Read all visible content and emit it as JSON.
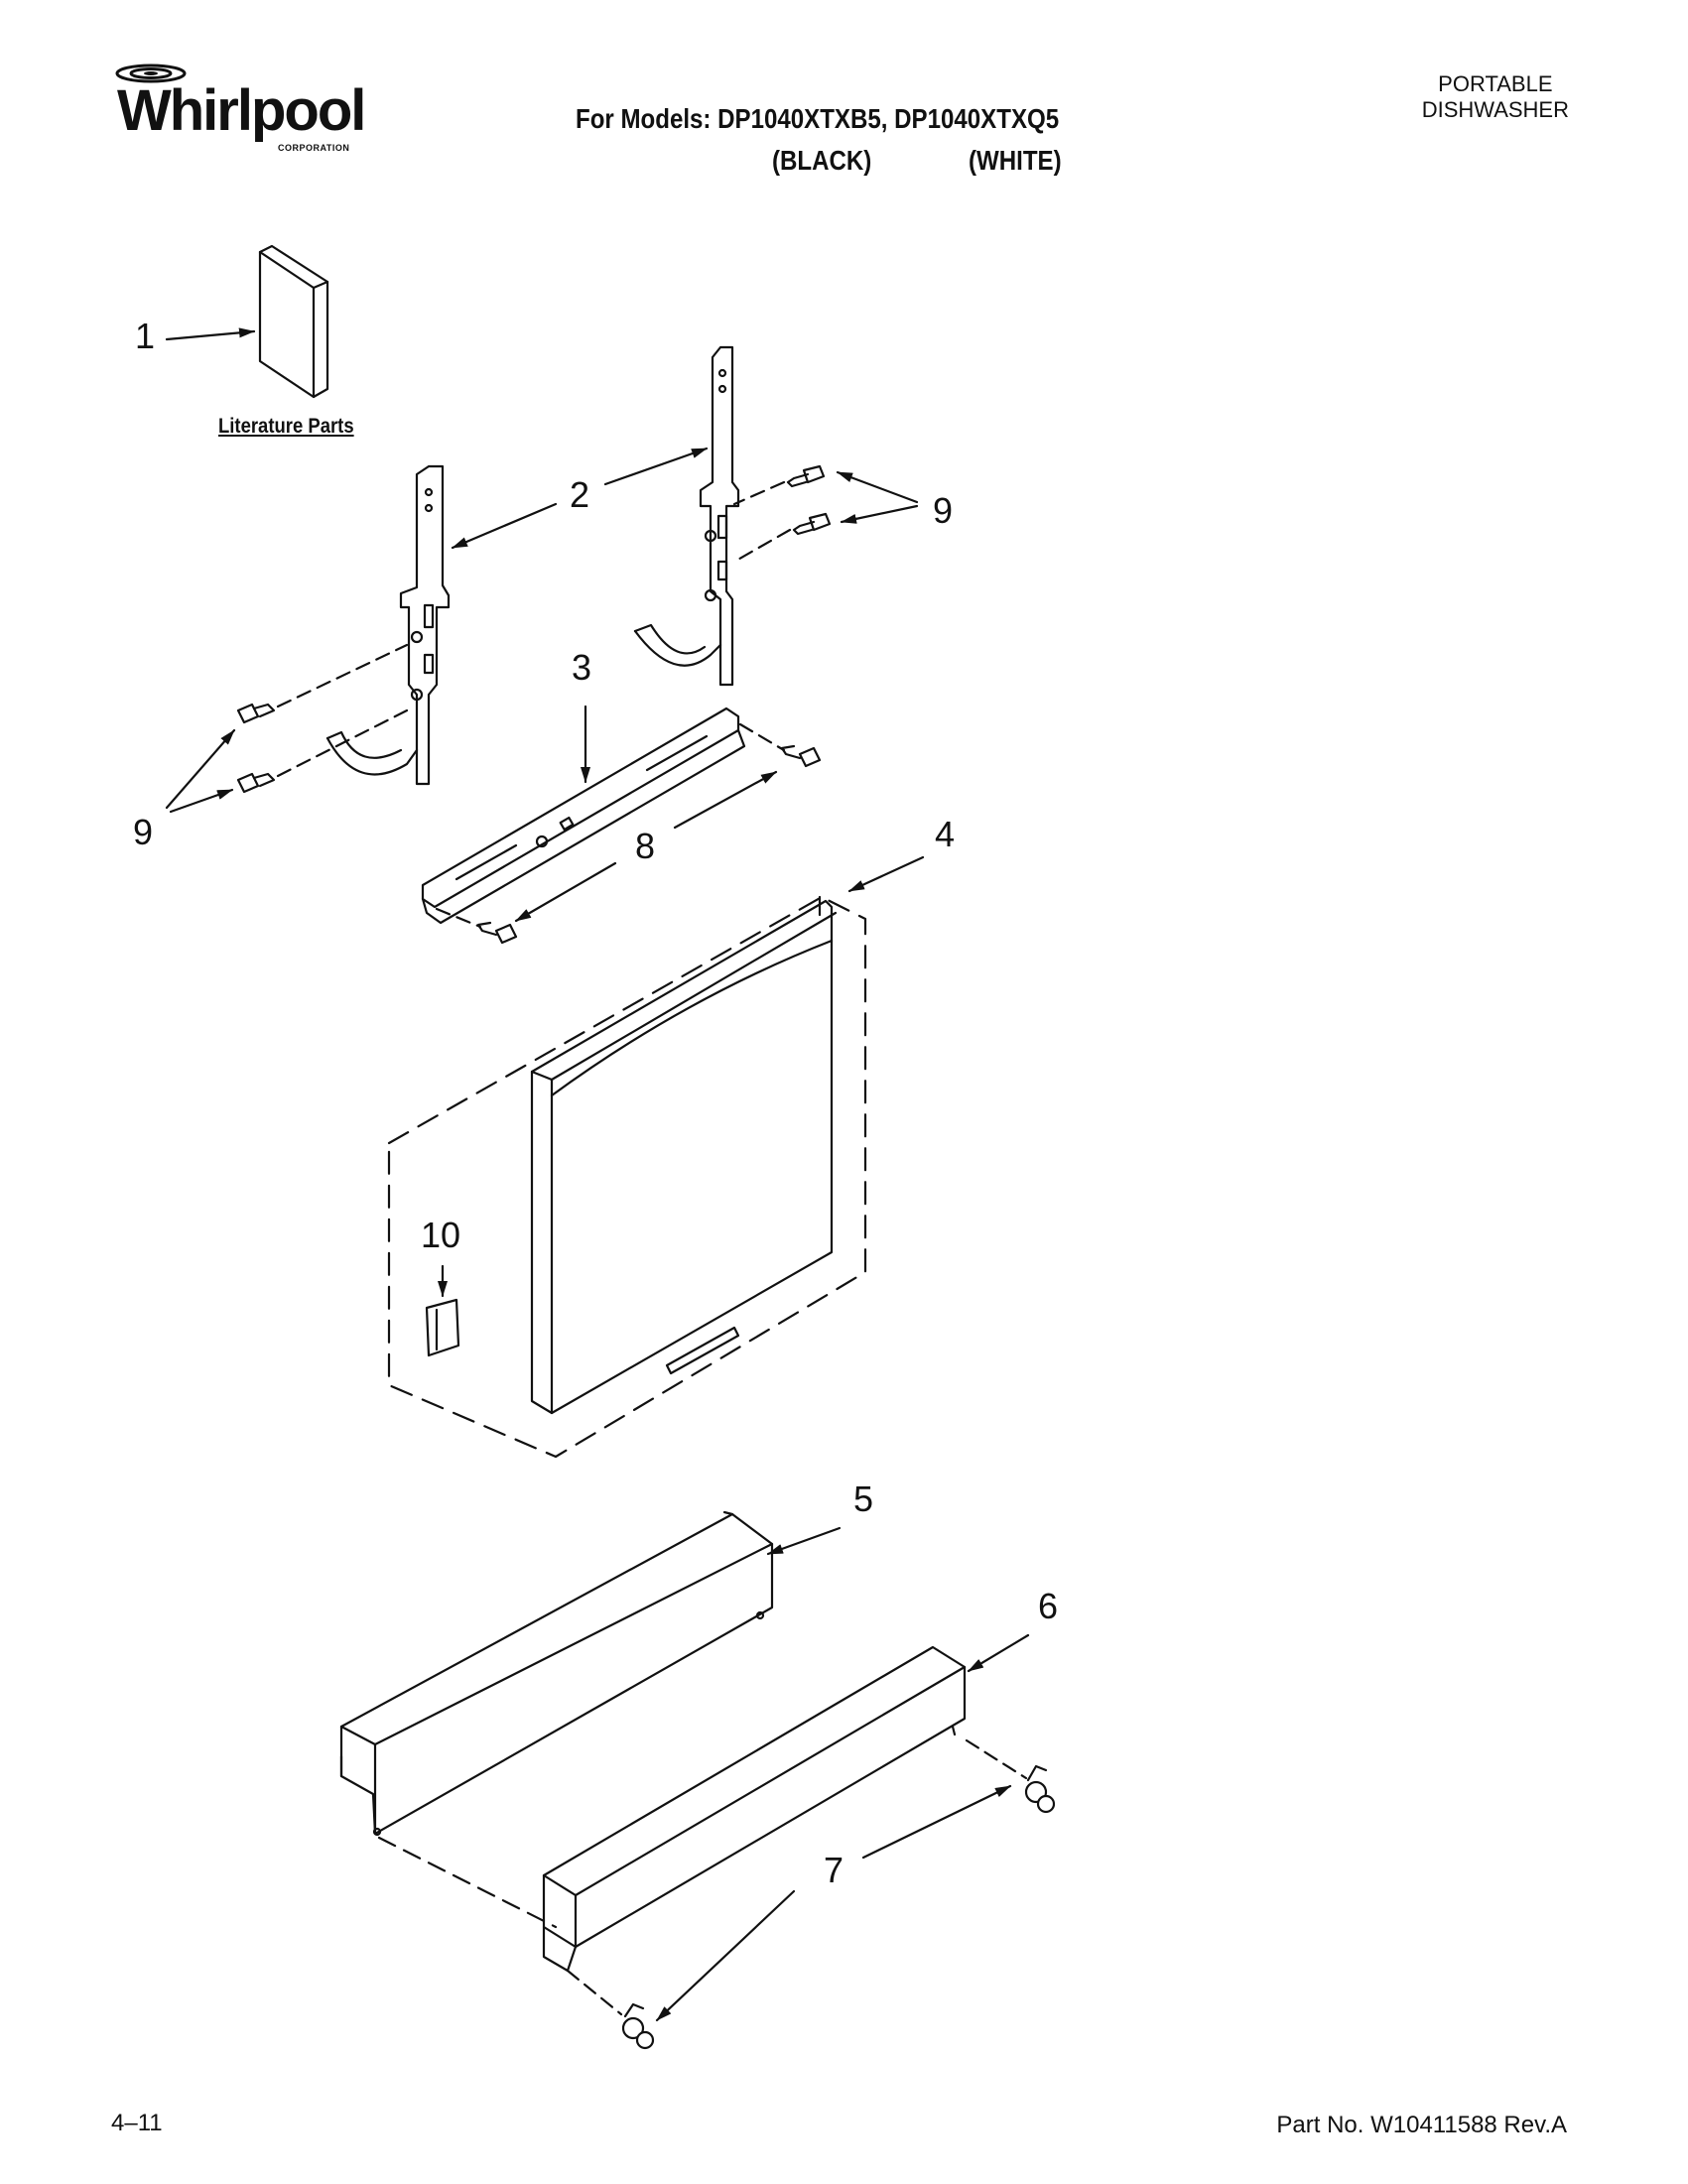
{
  "header": {
    "brand": "Whirlpool",
    "brand_sub": "CORPORATION",
    "models_line": "For Models: DP1040XTXB5, DP1040XTXQ5",
    "color_black": "(BLACK)",
    "color_white": "(WHITE)",
    "product_line1": "PORTABLE",
    "product_line2": "DISHWASHER"
  },
  "diagram": {
    "literature_label": "Literature Parts",
    "callouts": [
      "1",
      "2",
      "3",
      "4",
      "5",
      "6",
      "7",
      "8",
      "9",
      "9",
      "10"
    ]
  },
  "footer": {
    "page": "4–11",
    "part_no": "Part No. W10411588 Rev.A"
  }
}
